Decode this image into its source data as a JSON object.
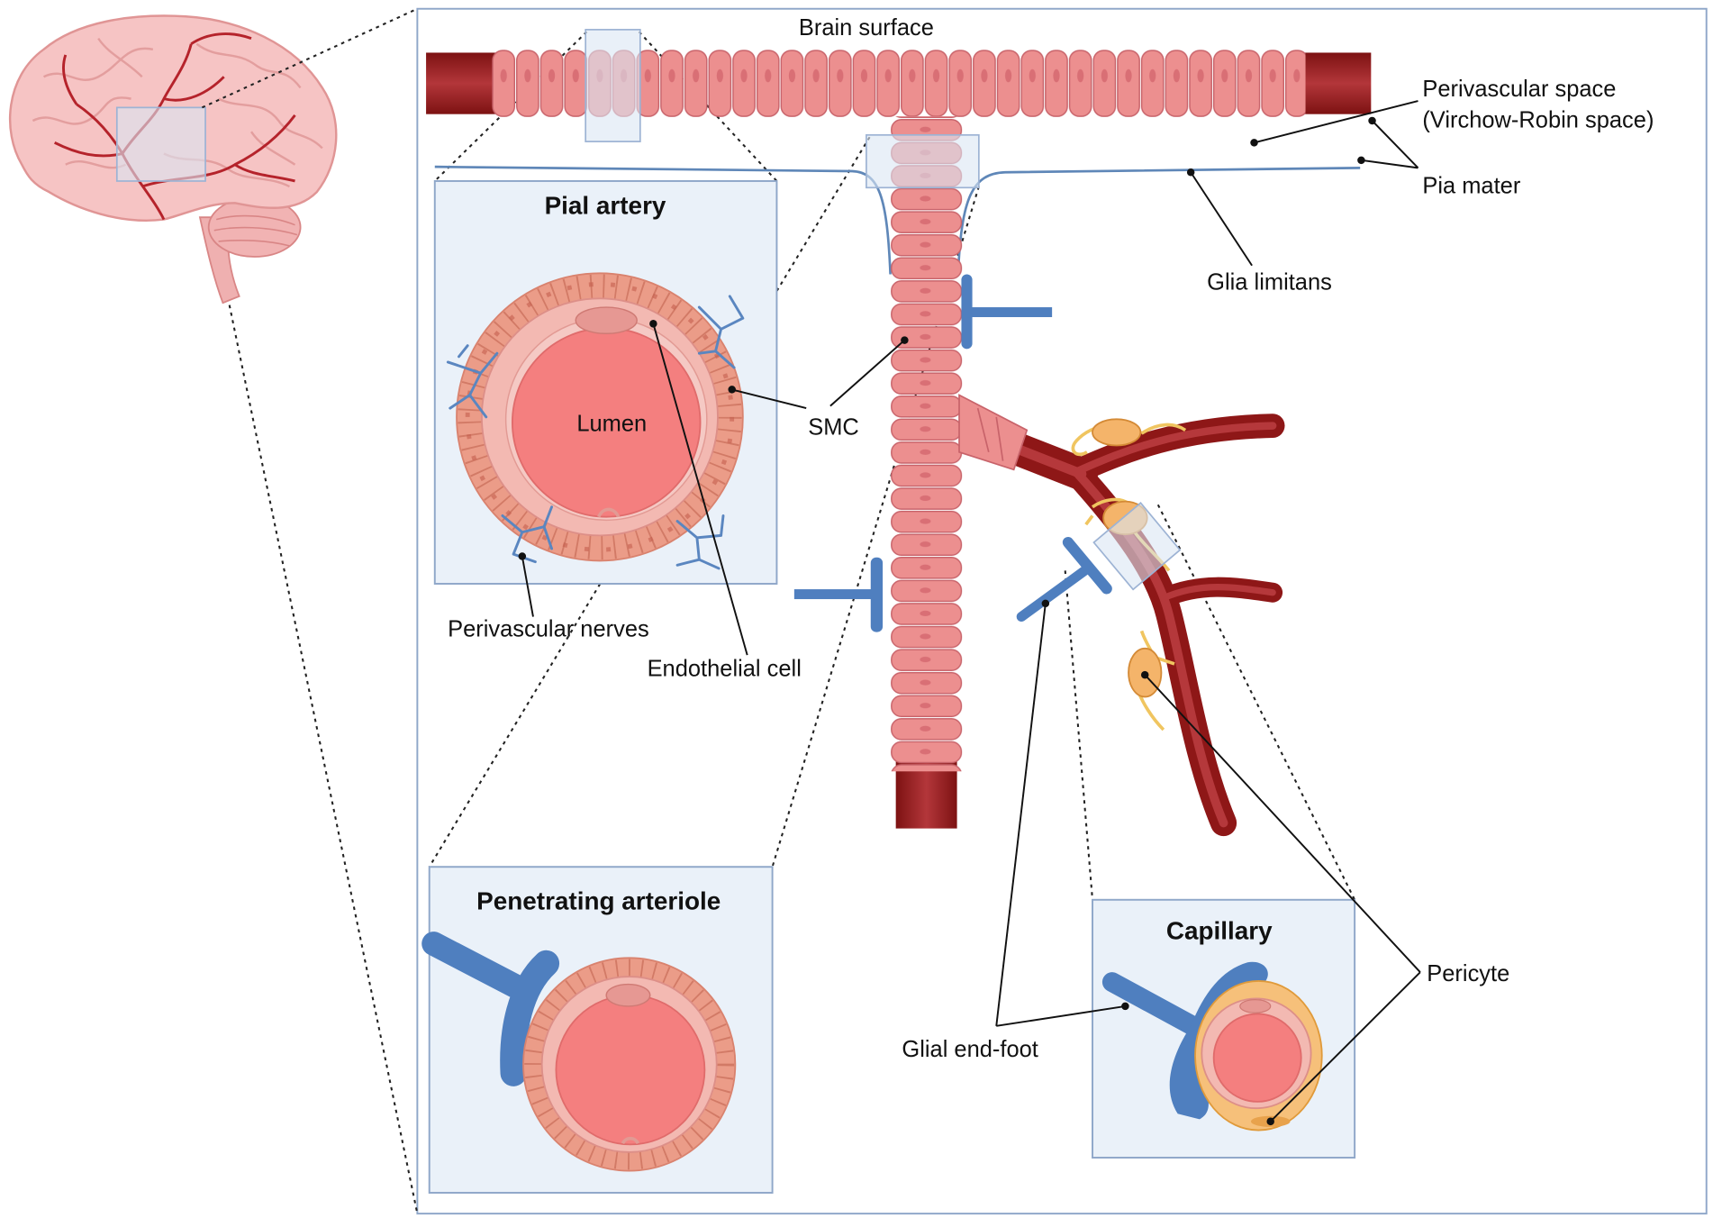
{
  "title": "Brain surface",
  "labels": {
    "perivascular_space": "Perivascular space",
    "virchow_robin": "(Virchow-Robin space)",
    "pia_mater": "Pia mater",
    "glia_limitans": "Glia limitans",
    "lumen": "Lumen",
    "smc": "SMC",
    "perivascular_nerves": "Perivascular nerves",
    "endothelial_cell": "Endothelial cell",
    "glial_end_foot": "Glial end-foot",
    "pericyte": "Pericyte"
  },
  "panels": {
    "pial_artery": "Pial artery",
    "penetrating_arteriole": "Penetrating arteriole",
    "capillary": "Capillary"
  },
  "colors": {
    "artery_pink": "#ec8f8f",
    "vessel_dark_red": "#8e1717",
    "lumen": "#f47f7f",
    "glia_blue": "#4f7fbf",
    "pericyte_orange": "#f6c07a",
    "panel_bg": "#eaf1f9"
  }
}
